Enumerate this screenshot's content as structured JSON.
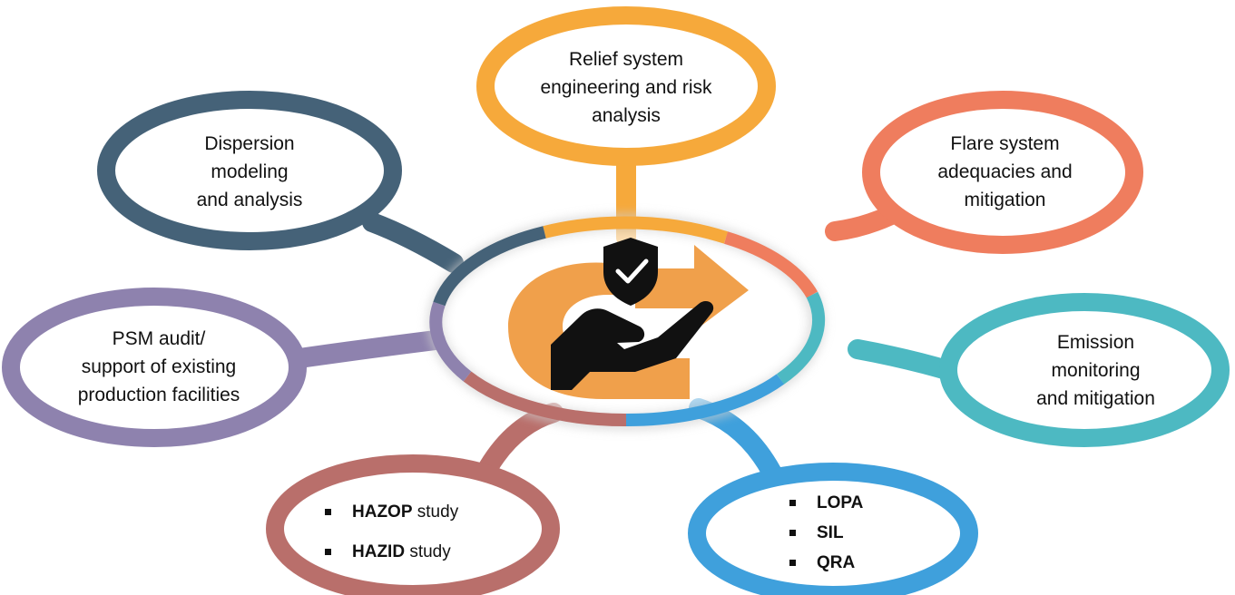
{
  "colors": {
    "relief": "#F6A93B",
    "flare": "#EF7D5E",
    "emission": "#4DB9C2",
    "quantitative": "#3FA0DC",
    "hazard": "#B96F6B",
    "psm": "#8E82AE",
    "dispersion": "#456278",
    "center_icon": "#F0A04B",
    "hand_icon": "#111111"
  },
  "center": {
    "icon": "hand-shield-check-icon"
  },
  "nodes": {
    "relief": {
      "lines": [
        "Relief system",
        "engineering and risk",
        "analysis"
      ]
    },
    "flare": {
      "lines": [
        "Flare system",
        "adequacies and",
        "mitigation"
      ]
    },
    "emission": {
      "lines": [
        "Emission",
        "monitoring",
        "and mitigation"
      ]
    },
    "dispersion": {
      "lines": [
        "Dispersion",
        "modeling",
        "and analysis"
      ]
    },
    "psm": {
      "lines": [
        "PSM audit/",
        "support of existing",
        "production facilities"
      ]
    },
    "hazard": {
      "items": [
        {
          "bold": "HAZOP",
          "rest": " study"
        },
        {
          "bold": "HAZID",
          "rest": " study"
        }
      ]
    },
    "quantitative": {
      "items": [
        {
          "bold": "LOPA",
          "rest": ""
        },
        {
          "bold": "SIL",
          "rest": ""
        },
        {
          "bold": "QRA",
          "rest": ""
        }
      ]
    }
  }
}
